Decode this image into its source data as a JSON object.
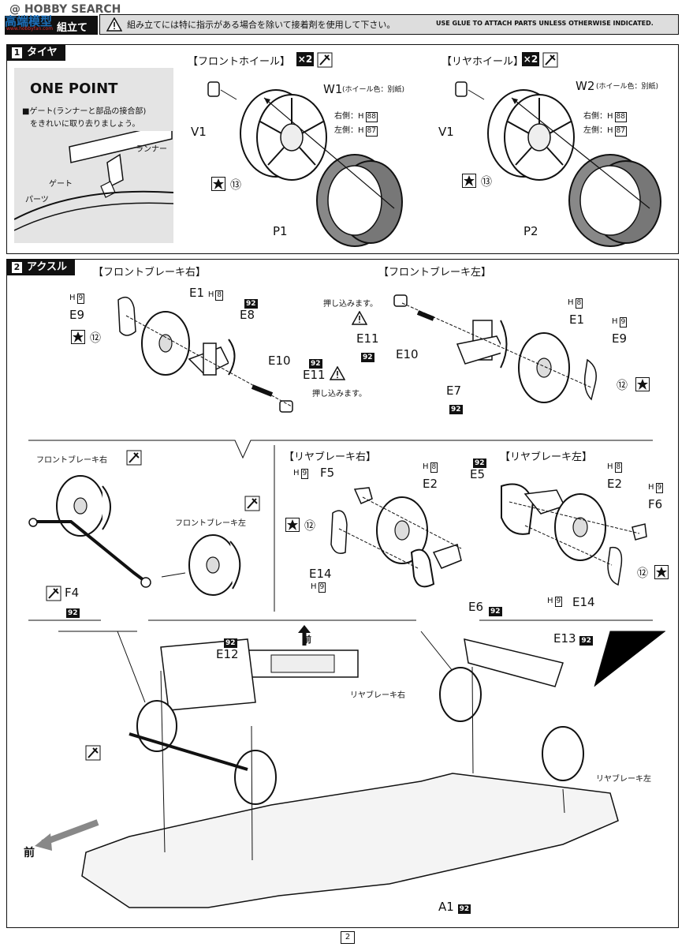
{
  "header": {
    "watermark": "@ HOBBY SEARCH",
    "logo": "高端模型",
    "logo_sub": "www.hobbyfan.com",
    "title": "組立て",
    "notice_jp": "組み立てには特に指示がある場合を除いて接着剤を使用して下さい。",
    "notice_en": "USE GLUE TO ATTACH PARTS UNLESS OTHERWISE INDICATED."
  },
  "section1": {
    "number": "1",
    "title": "タイヤ",
    "one_point": {
      "title": "ONE POINT",
      "text_line1": "■ゲート(ランナーと部品の接合部)",
      "text_line2": "をきれいに取り去りましょう。",
      "label_runner": "ランナー",
      "label_gate": "ゲート",
      "label_parts": "パーツ"
    },
    "front": {
      "title": "【フロントホイール】",
      "qty": "×2",
      "part_v": "V1",
      "part_w": "W1",
      "wheel_color": "(ホイール色：別紙)",
      "right_side": "右側：H",
      "right_code": "88",
      "left_side": "左側：H",
      "left_code": "87",
      "decal": "⑬",
      "tire": "P1"
    },
    "rear": {
      "title": "【リヤホイール】",
      "qty": "×2",
      "part_v": "V1",
      "part_w": "W2",
      "wheel_color": "(ホイール色：別紙)",
      "right_side": "右側：H",
      "right_code": "88",
      "left_side": "左側：H",
      "left_code": "87",
      "decal": "⑬",
      "tire": "P2"
    }
  },
  "section2": {
    "number": "2",
    "title": "アクスル",
    "front_brake_right": {
      "title": "【フロントブレーキ右】",
      "h9": "9",
      "e9": "E9",
      "decal": "⑫",
      "e1": "E1",
      "h8": "8",
      "badge92": "92",
      "e8": "E8",
      "e10": "E10",
      "e11": "E11",
      "badge92b": "92",
      "push": "押し込みます。"
    },
    "front_brake_left": {
      "title": "【フロントブレーキ左】",
      "push": "押し込みます。",
      "e11": "E11",
      "badge92": "92",
      "e10": "E10",
      "h8": "8",
      "e1": "E1",
      "h9": "9",
      "e9": "E9",
      "decal": "⑫",
      "e7": "E7",
      "badge92b": "92"
    },
    "front_assy": {
      "label_right": "フロントブレーキ右",
      "label_left": "フロントブレーキ左",
      "f4": "F4",
      "badge92": "92"
    },
    "rear_brake_right": {
      "title": "【リヤブレーキ右】",
      "h9": "9",
      "f5": "F5",
      "h8": "8",
      "e2": "E2",
      "decal": "⑫",
      "e14": "E14",
      "h9b": "9",
      "e6": "E6",
      "badge92": "92"
    },
    "rear_brake_left": {
      "title": "【リヤブレーキ左】",
      "badge92": "92",
      "e5": "E5",
      "h8": "8",
      "e2": "E2",
      "h9": "9",
      "f6": "F6",
      "decal": "⑫",
      "h9b": "9",
      "e14": "E14"
    },
    "chassis": {
      "badge92a": "92",
      "e12": "E12",
      "front_arrow": "前",
      "e13": "E13",
      "badge92b": "92",
      "rear_right": "リヤブレーキ右",
      "rear_left": "リヤブレーキ左",
      "front_label": "前",
      "a1": "A1",
      "badge92c": "92"
    }
  },
  "footer": {
    "page": "2"
  }
}
